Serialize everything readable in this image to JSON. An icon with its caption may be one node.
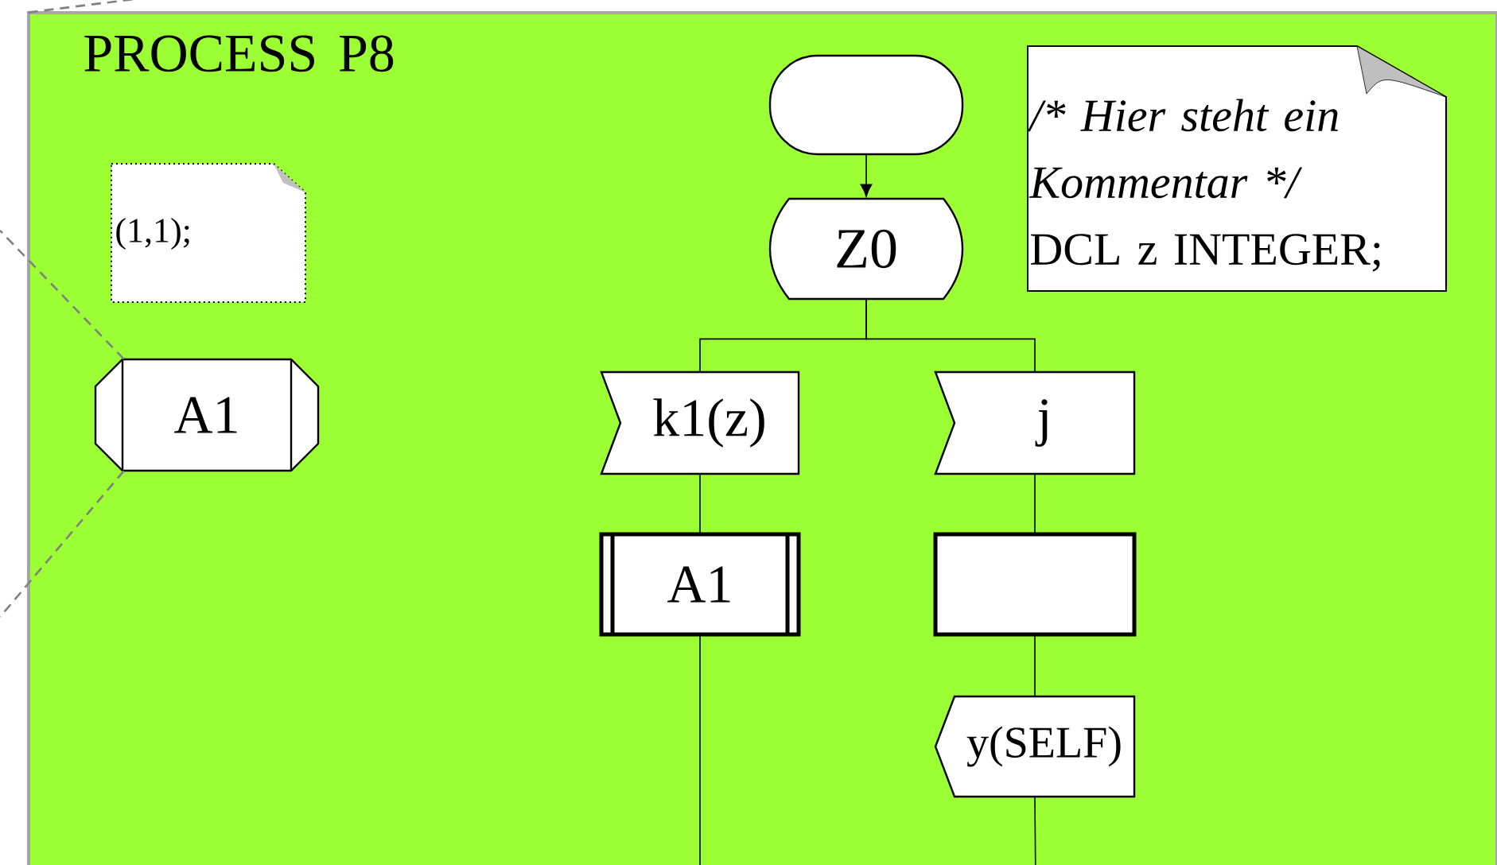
{
  "diagram": {
    "nodes": [
      {
        "text": [
          "PROCESS P8"
        ]
      },
      {
        "text": [
          "(1,1);"
        ],
        "in": 0
      },
      {
        "text": [
          "A1"
        ],
        "in": 0
      },
      {
        "text": [],
        "shape": "oval",
        "in": 0
      },
      {
        "text": [
          "Z0"
        ],
        "in": 0
      },
      {
        "text": [
          "/* Hier steht ein Kommentar */",
          "DCL z INTEGER;"
        ],
        "in": 0
      },
      {
        "text": [
          "k1(z)"
        ],
        "in": 0
      },
      {
        "text": [
          "j"
        ],
        "in": 0
      },
      {
        "text": [
          "A1"
        ],
        "in": 0
      },
      {
        "text": [],
        "shape": "box",
        "in": 0
      },
      {
        "text": [
          "y(SELF)"
        ],
        "in": 0
      }
    ],
    "edges": [
      {
        "from": 3,
        "to": 4,
        "arrow": "to"
      },
      {
        "from": 4,
        "to": 6,
        "arrow": "none"
      },
      {
        "from": 4,
        "to": 7,
        "arrow": "none"
      },
      {
        "from": 6,
        "to": 8,
        "arrow": "none"
      },
      {
        "from": 7,
        "to": 9,
        "arrow": "none"
      },
      {
        "from": 9,
        "to": 10,
        "arrow": "none"
      },
      {
        "from": 8,
        "to": null,
        "arrow": "none"
      },
      {
        "from": 10,
        "to": null,
        "arrow": "none"
      },
      {
        "from": 2,
        "to": null,
        "arrow": "none",
        "style": "dashed",
        "color": "#808080"
      },
      {
        "from": 2,
        "to": null,
        "arrow": "none",
        "style": "dashed",
        "color": "#808080"
      },
      {
        "from": 0,
        "to": null,
        "arrow": "none",
        "style": "dashed",
        "color": "#808080"
      }
    ]
  }
}
